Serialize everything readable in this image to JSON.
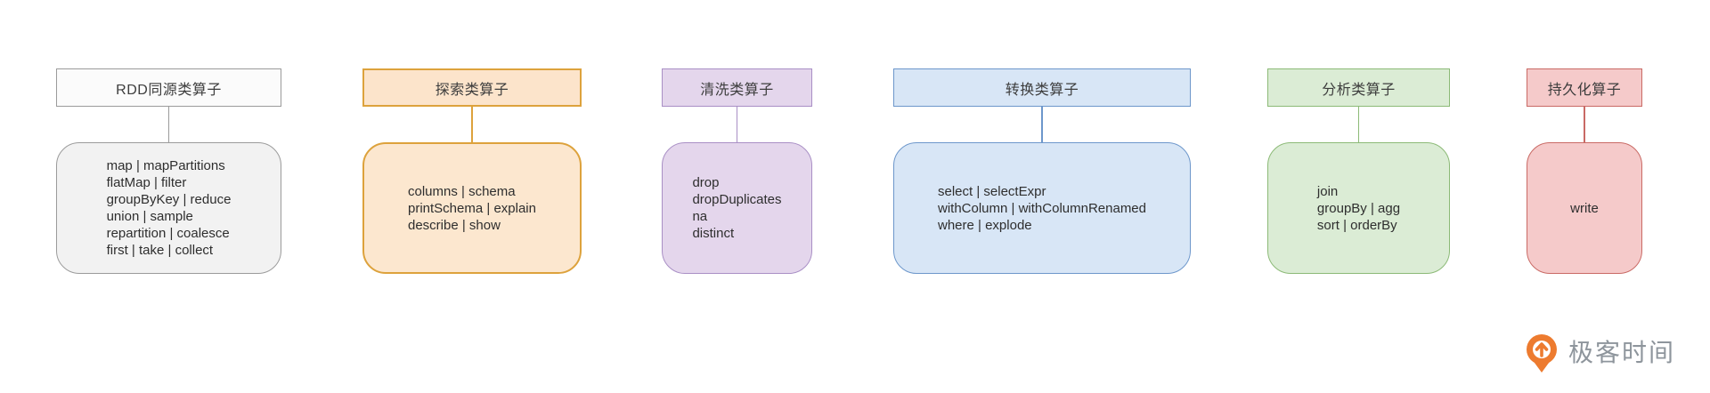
{
  "groups": [
    {
      "title": "RDD同源类算子",
      "operators": [
        "map | mapPartitions",
        "flatMap | filter",
        "groupByKey | reduce",
        "union | sample",
        "repartition | coalesce",
        "first | take | collect"
      ],
      "border_color": "#9b9b9b",
      "header_fill": "#fbfbfb",
      "body_fill": "#f2f2f2"
    },
    {
      "title": "探索类算子",
      "operators": [
        "columns | schema",
        "printSchema | explain",
        "describe | show"
      ],
      "border_color": "#dda23c",
      "header_fill": "#fce4cb",
      "body_fill": "#fce7cf"
    },
    {
      "title": "清洗类算子",
      "operators": [
        "drop",
        "dropDuplicates",
        "na",
        "distinct"
      ],
      "border_color": "#a98fc5",
      "header_fill": "#e4d6ec",
      "body_fill": "#e4d6ec"
    },
    {
      "title": "转换类算子",
      "operators": [
        "select | selectExpr",
        "withColumn | withColumnRenamed",
        "where | explode"
      ],
      "border_color": "#6d97cb",
      "header_fill": "#d8e6f6",
      "body_fill": "#d8e6f6"
    },
    {
      "title": "分析类算子",
      "operators": [
        "join",
        "groupBy | agg",
        "sort | orderBy"
      ],
      "border_color": "#8cba77",
      "header_fill": "#dbecd5",
      "body_fill": "#dbecd5"
    },
    {
      "title": "持久化算子",
      "operators": [
        "write"
      ],
      "border_color": "#c96a65",
      "header_fill": "#f5caca",
      "body_fill": "#f5caca"
    }
  ],
  "logo": {
    "text": "极客时间",
    "icon": "geektime-pin-icon",
    "brand_color": "#ED7B2F",
    "text_color": "#8e959c"
  }
}
